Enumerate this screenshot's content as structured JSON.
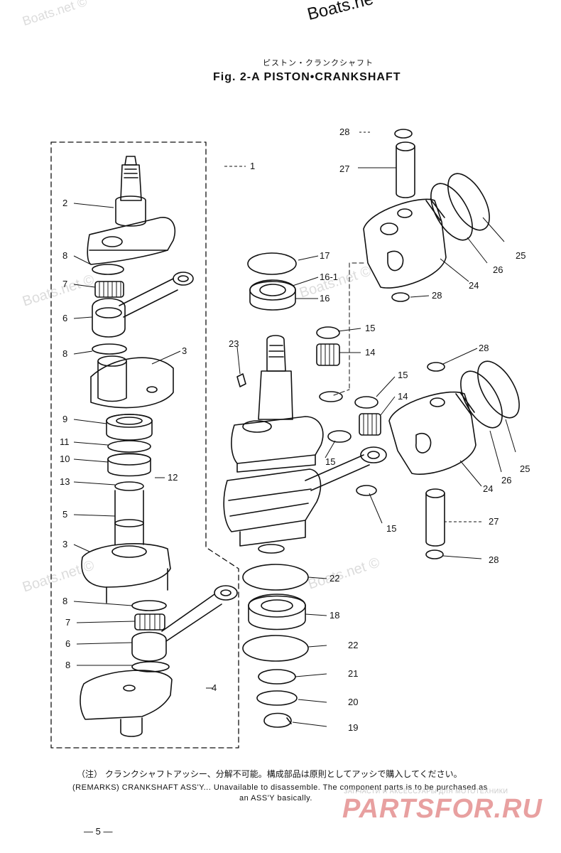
{
  "watermarks": {
    "top": "Boats.net ©",
    "top_right": "Boats.ne",
    "mid1": "Boats.net ©",
    "mid2": "Boats.net ©",
    "mid3": "Boats.net ©",
    "mid4": "Boats.net ©"
  },
  "header": {
    "title_jp": "ピストン・クランクシャフト",
    "title": "Fig. 2-A   PISTON•CRANKSHAFT"
  },
  "callouts": {
    "c1": "1",
    "c2": "2",
    "c3a": "3",
    "c3b": "3",
    "c4": "4",
    "c5": "5",
    "c6a": "6",
    "c6b": "6",
    "c7a": "7",
    "c7b": "7",
    "c8a": "8",
    "c8b": "8",
    "c8c": "8",
    "c8d": "8",
    "c9": "9",
    "c10": "10",
    "c11": "11",
    "c12": "12",
    "c13": "13",
    "c14a": "14",
    "c14b": "14",
    "c15a": "15",
    "c15b": "15",
    "c15c": "15",
    "c15d": "15",
    "c16": "16",
    "c16_1": "16-1",
    "c17": "17",
    "c18": "18",
    "c19": "19",
    "c20": "20",
    "c21": "21",
    "c22a": "22",
    "c22b": "22",
    "c23": "23",
    "c24a": "24",
    "c24b": "24",
    "c25a": "25",
    "c25b": "25",
    "c26a": "26",
    "c26b": "26",
    "c27a": "27",
    "c27b": "27",
    "c28a": "28",
    "c28b": "28",
    "c28c": "28",
    "c28d": "28"
  },
  "remarks": {
    "jp": "（注） クランクシャフトアッシー、分解不可能。構成部品は原則としてアッシで購入してください。",
    "en_line1": "(REMARKS)  CRANKSHAFT ASS'Y... Unavailable to disassemble. The component parts is to be purchased as",
    "en_line2": "an ASS'Y basically."
  },
  "page_number": "— 5 —",
  "partsfor": {
    "tagline": "ЗАПЧАСТИ И АКСЕССУАРЫ ДЛЯ МОТОТЕХНИКИ",
    "logo": "PARTSFOR.RU"
  },
  "colors": {
    "ink": "#111111",
    "watermark": "#dcdcdc",
    "logo": "#e8a0a0"
  }
}
